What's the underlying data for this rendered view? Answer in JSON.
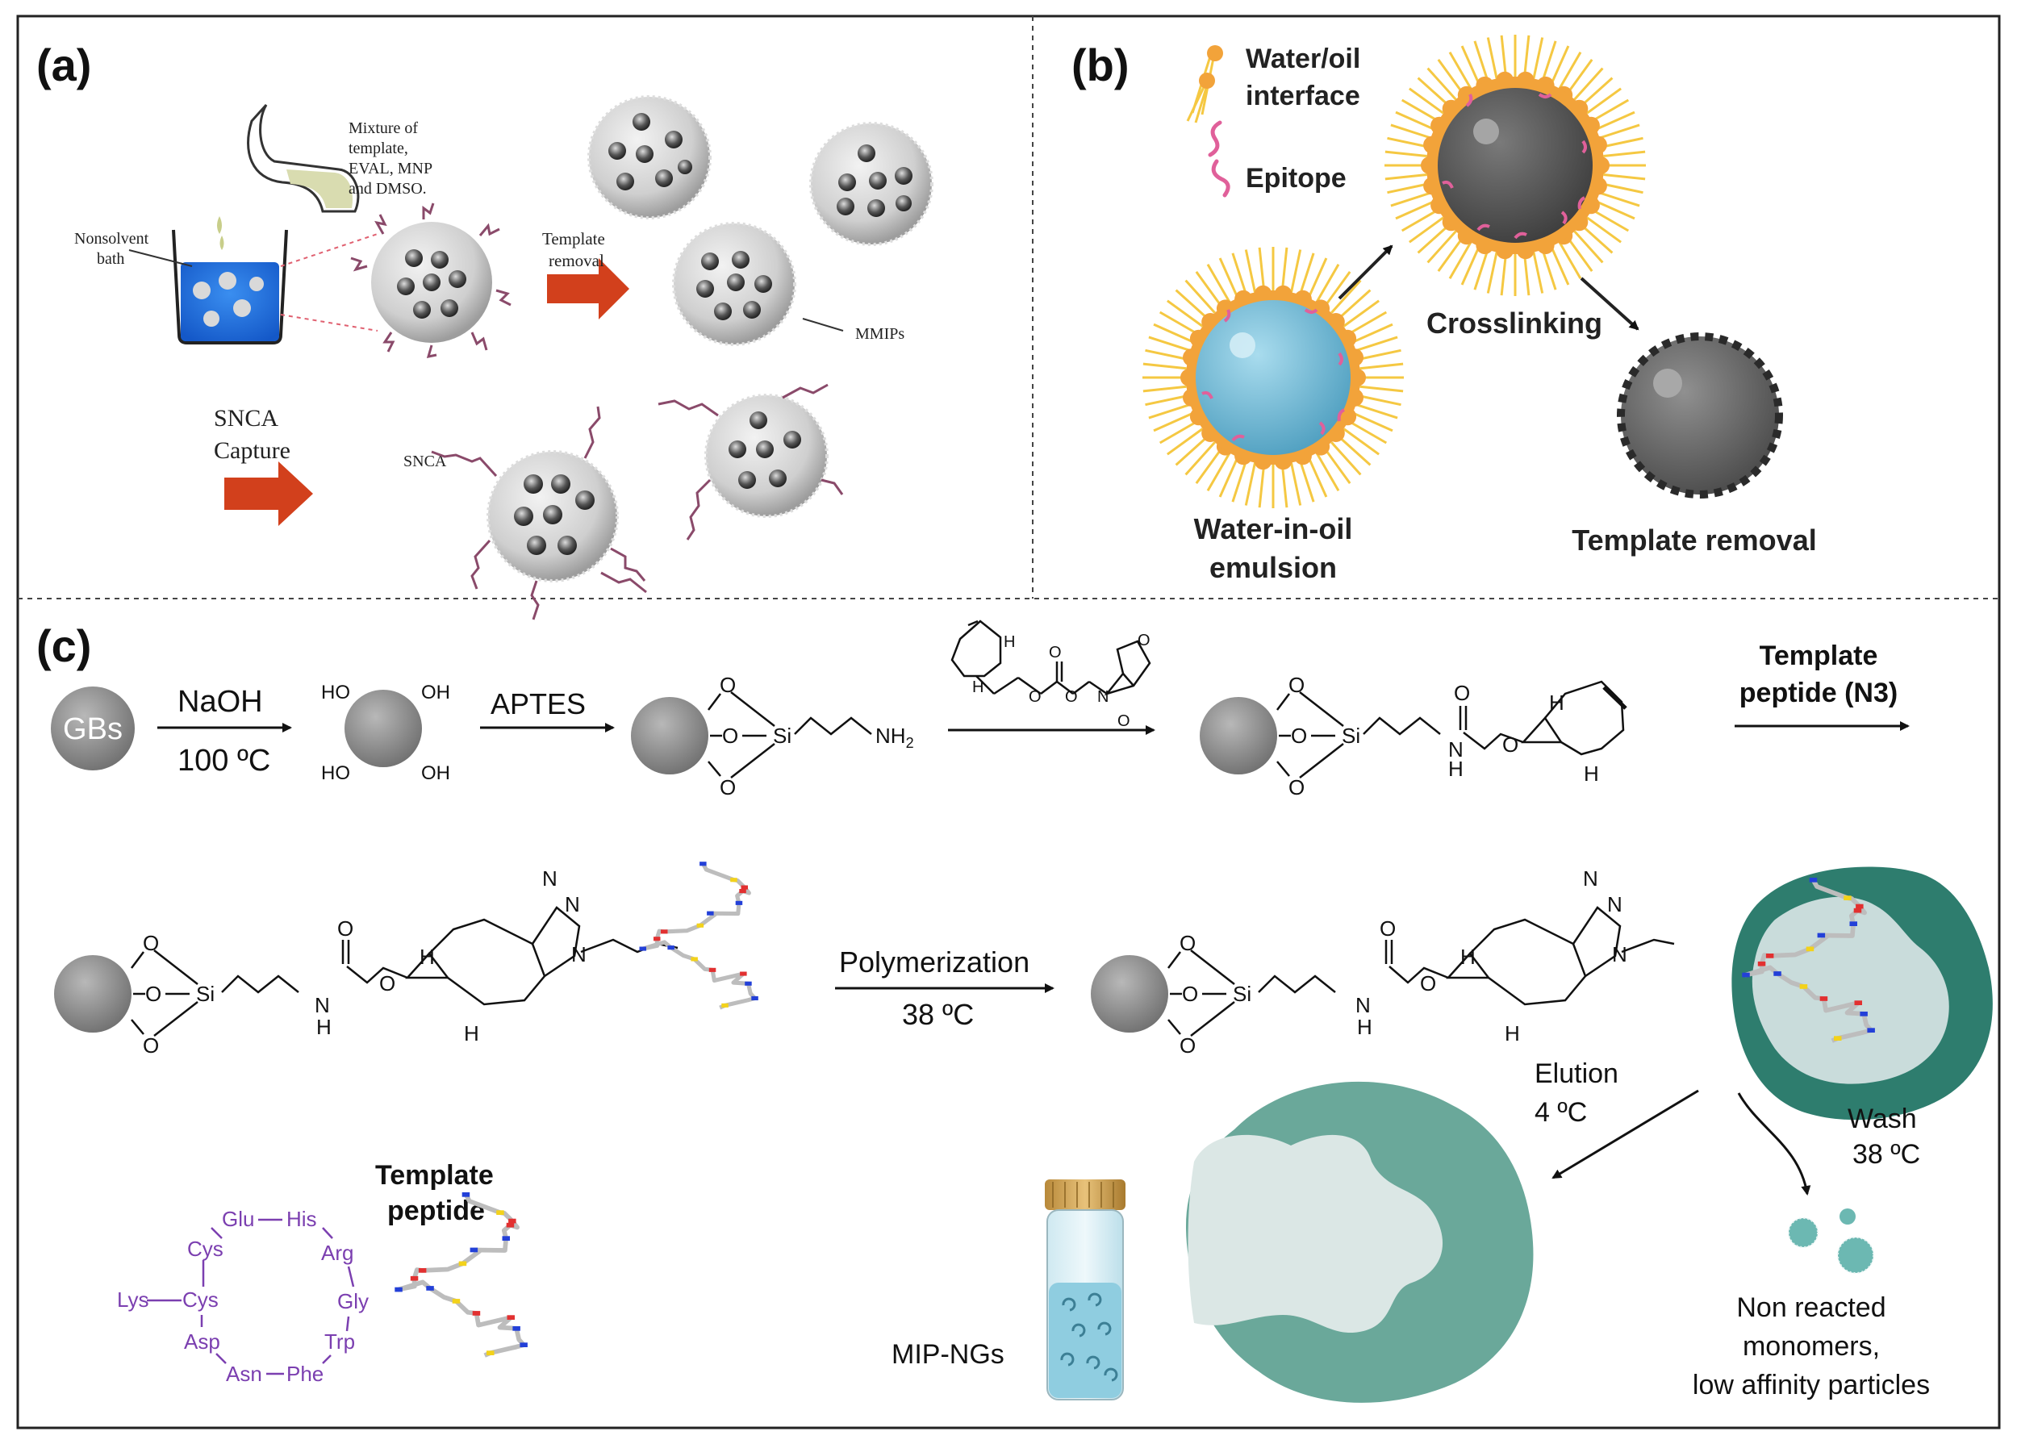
{
  "panel_a": {
    "label": "(a)",
    "mixture": [
      "Mixture of",
      "template,",
      "EVAL, MNP",
      "and DMSO."
    ],
    "nonsolvent": [
      "Nonsolvent",
      "bath"
    ],
    "template_removal": [
      "Template",
      "removal"
    ],
    "mmips": "MMIPs",
    "snca_capture": [
      "SNCA",
      "Capture"
    ],
    "snca": "SNCA"
  },
  "panel_b": {
    "label": "(b)",
    "legend_interface": [
      "Water/oil",
      "interface"
    ],
    "legend_epitope": "Epitope",
    "emulsion": [
      "Water-in-oil",
      "emulsion"
    ],
    "crosslinking": "Crosslinking",
    "template_removal": "Template removal"
  },
  "panel_c": {
    "label": "(c)",
    "gbs": "GBs",
    "naoh": "NaOH",
    "temp_100": "100 ºC",
    "oh": "OH",
    "ho": "HO",
    "aptes": "APTES",
    "o": "O",
    "si": "Si",
    "nh2": "NH",
    "nh2_sub": "2",
    "n": "N",
    "h": "H",
    "template_peptide_n3": [
      "Template",
      "peptide (N3)"
    ],
    "polymerization": "Polymerization",
    "temp_38": "38 ºC",
    "elution": [
      "Elution",
      "4 ºC"
    ],
    "wash": [
      "Wash",
      "38 ºC"
    ],
    "mip_ngs": "MIP-NGs",
    "non_reacted": [
      "Non reacted",
      "monomers,",
      "low affinity particles"
    ],
    "template_peptide": [
      "Template",
      "peptide"
    ],
    "residues": [
      "Glu",
      "His",
      "Cys",
      "Arg",
      "Lys",
      "Cys",
      "Gly",
      "Asp",
      "Trp",
      "Asn",
      "Phe"
    ]
  },
  "colors": {
    "arrow_red": "#d2401c",
    "water_blue": "#7bbfd8",
    "shell_orange": "#f2a33a",
    "epitope_pink": "#e0609a",
    "mip_teal": "#2e7d6e",
    "peptide_purple": "#7b3fb0",
    "bead_grey": "#8a8a8a"
  }
}
